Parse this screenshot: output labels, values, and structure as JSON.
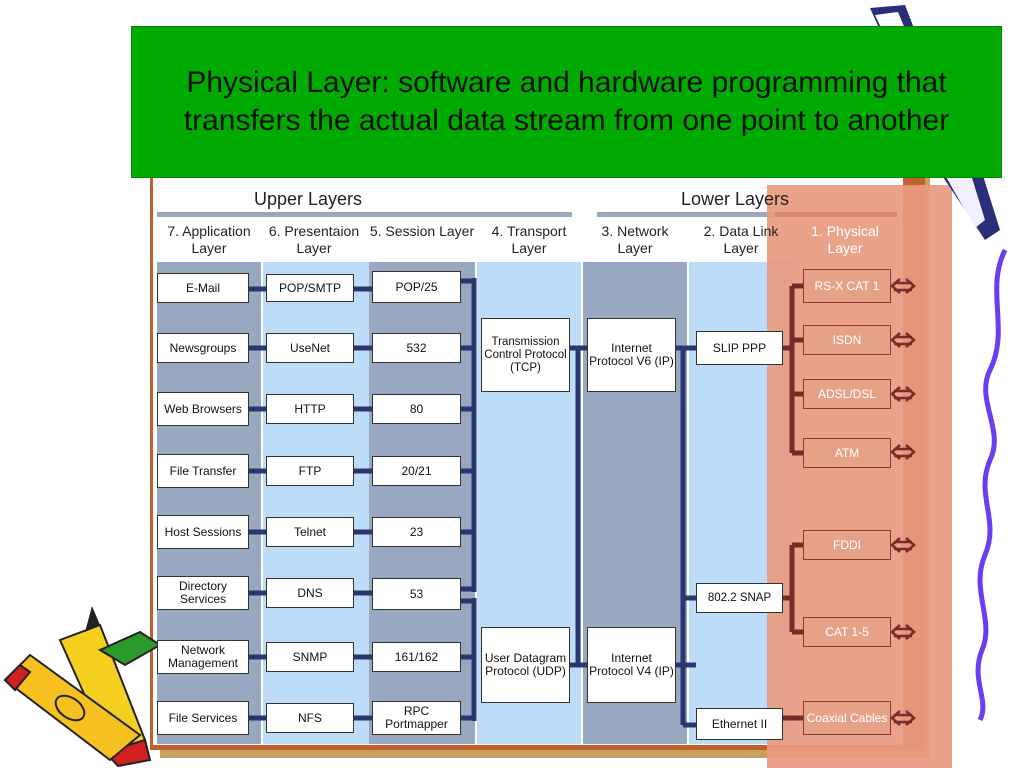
{
  "title": "Physical Layer: software and hardware programming that  transfers the actual data stream from one point to another",
  "headers": {
    "upper": "Upper Layers",
    "lower": "Lower Layers"
  },
  "columns": [
    "7. Application Layer",
    "6. Presentaion Layer",
    "5. Session Layer",
    "4. Transport Layer",
    "3. Network Layer",
    "2. Data Link Layer",
    "1. Physical Layer"
  ],
  "application": [
    "E-Mail",
    "Newsgroups",
    "Web Browsers",
    "File Transfer",
    "Host Sessions",
    "Directory Services",
    "Network Management",
    "File Services"
  ],
  "presentation": [
    "POP/SMTP",
    "UseNet",
    "HTTP",
    "FTP",
    "Telnet",
    "DNS",
    "SNMP",
    "NFS"
  ],
  "session": [
    "POP/25",
    "532",
    "80",
    "20/21",
    "23",
    "53",
    "161/162",
    "RPC Portmapper"
  ],
  "transport": [
    "Transmission Control Protocol (TCP)",
    "User Datagram Protocol (UDP)"
  ],
  "network": [
    "Internet Protocol V6 (IP)",
    "Internet Protocol V4 (IP)"
  ],
  "datalink": [
    "SLIP PPP",
    "802.2 SNAP",
    "Ethernet II"
  ],
  "physical": [
    "RS-X CAT 1",
    "ISDN",
    "ADSL/DSL",
    "ATM",
    "FDDI",
    "CAT 1-5",
    "Coaxial Cables"
  ],
  "colors": {
    "title_bg": "#00aa00",
    "physical_overlay": "#e89a80",
    "column_blue": "#bcdcf8",
    "column_slate": "#98a8c0",
    "connector": "#2b3670",
    "physical_connector": "#7a2a2a"
  }
}
